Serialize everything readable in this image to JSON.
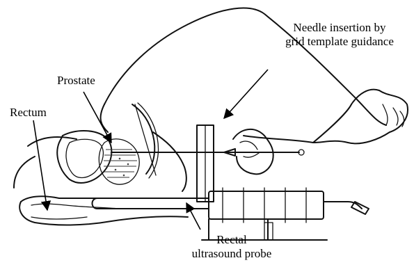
{
  "labels": {
    "needle_line1": "Needle insertion by",
    "needle_line2": "grid template guidance",
    "prostate": "Prostate",
    "rectum": "Rectum",
    "probe_line1": "Rectal",
    "probe_line2": "ultrasound probe"
  }
}
